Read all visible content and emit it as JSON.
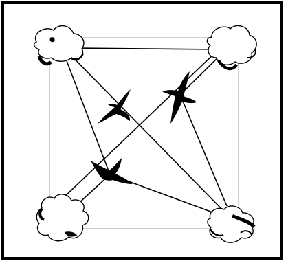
{
  "diagram": {
    "nodes": [
      {
        "id": "top-left",
        "kind": "cloud"
      },
      {
        "id": "top-right",
        "kind": "cloud"
      },
      {
        "id": "bottom-left",
        "kind": "cloud"
      },
      {
        "id": "bottom-right",
        "kind": "cloud"
      }
    ],
    "edges": [
      {
        "from": "top-left",
        "to": "top-right",
        "style": "faint"
      },
      {
        "from": "top-left",
        "to": "bottom-left",
        "style": "faint"
      },
      {
        "from": "top-right",
        "to": "bottom-right",
        "style": "faint"
      },
      {
        "from": "bottom-left",
        "to": "bottom-right",
        "style": "faint"
      },
      {
        "from": "top-left",
        "to": "bottom-right",
        "style": "strong"
      },
      {
        "from": "top-right",
        "to": "bottom-left",
        "style": "strong"
      },
      {
        "from": "top-left",
        "to": "bottom-right",
        "style": "strong",
        "variant": "upper"
      },
      {
        "from": "bottom-left",
        "to": "top-right",
        "style": "strong",
        "variant": "upper"
      }
    ],
    "birds": [
      {
        "id": "bird-left"
      },
      {
        "id": "bird-right"
      },
      {
        "id": "bird-bottom"
      }
    ],
    "colors": {
      "border": "#000000",
      "line": "#000000",
      "faint_line": "#bdbdbd",
      "bird": "#000000",
      "cloud_fill": "#ffffff",
      "cloud_shadow": "#000000"
    }
  }
}
